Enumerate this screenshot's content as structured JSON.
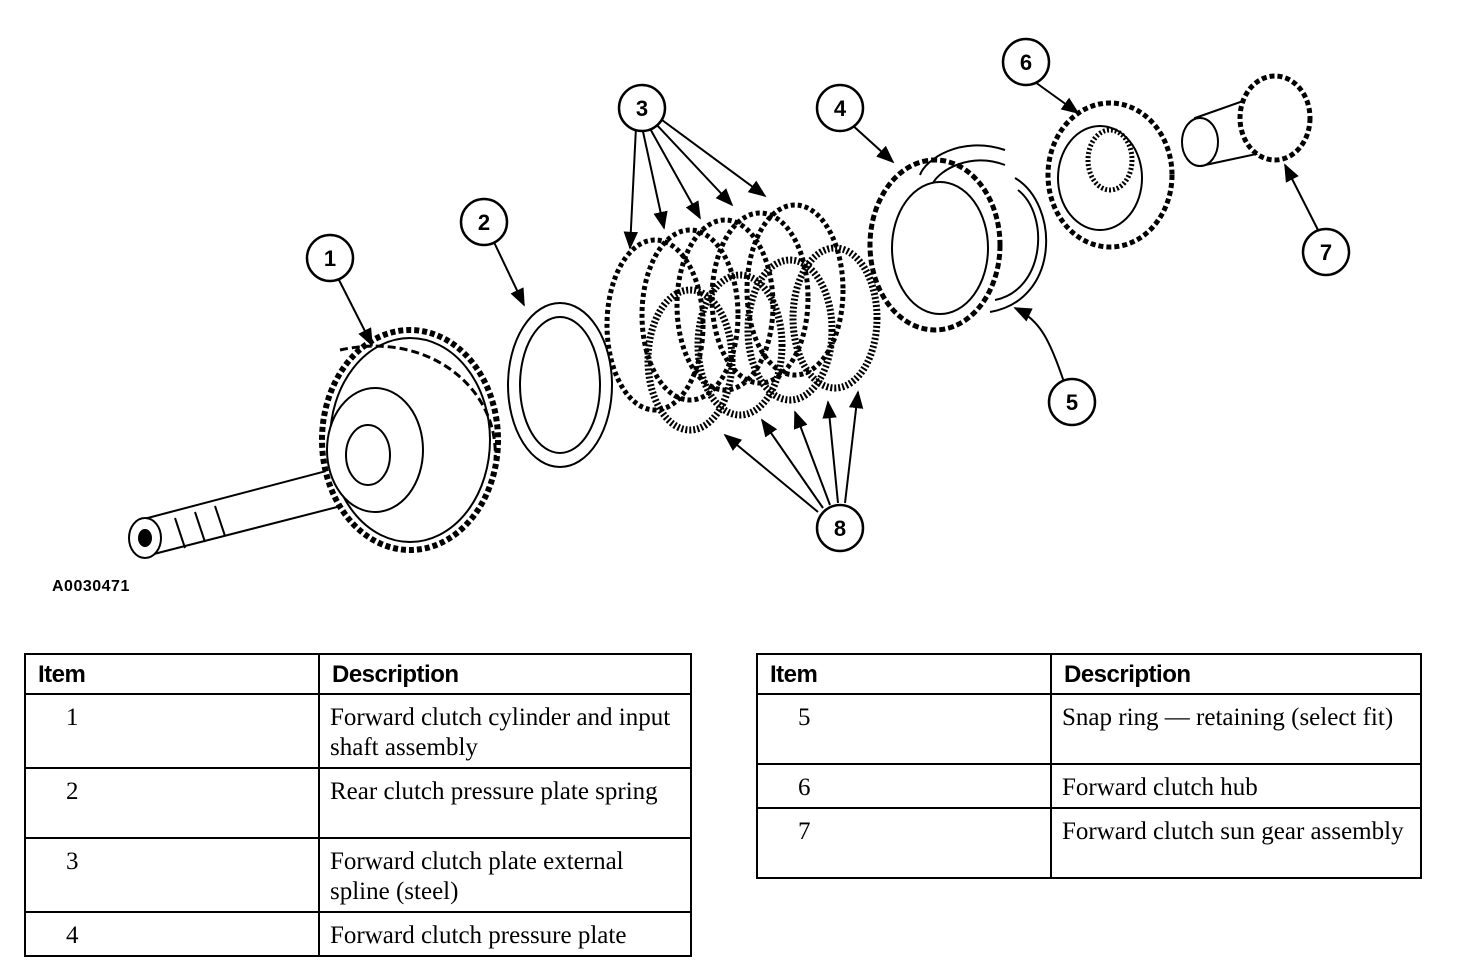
{
  "figure_id": "A0030471",
  "callouts": [
    "1",
    "2",
    "3",
    "4",
    "5",
    "6",
    "7",
    "8"
  ],
  "legend_left": {
    "headers": {
      "item": "Item",
      "description": "Description"
    },
    "rows": [
      {
        "item": "1",
        "description": "Forward clutch cylinder and input shaft assembly"
      },
      {
        "item": "2",
        "description": "Rear clutch pressure plate spring"
      },
      {
        "item": "3",
        "description": "Forward clutch plate external spline (steel)"
      },
      {
        "item": "4",
        "description": "Forward clutch pressure plate"
      }
    ]
  },
  "legend_right": {
    "headers": {
      "item": "Item",
      "description": "Description"
    },
    "rows": [
      {
        "item": "5",
        "description": "Snap ring — retaining (select fit)"
      },
      {
        "item": "6",
        "description": "Forward clutch hub"
      },
      {
        "item": "7",
        "description": "Forward clutch sun gear assembly"
      }
    ]
  }
}
